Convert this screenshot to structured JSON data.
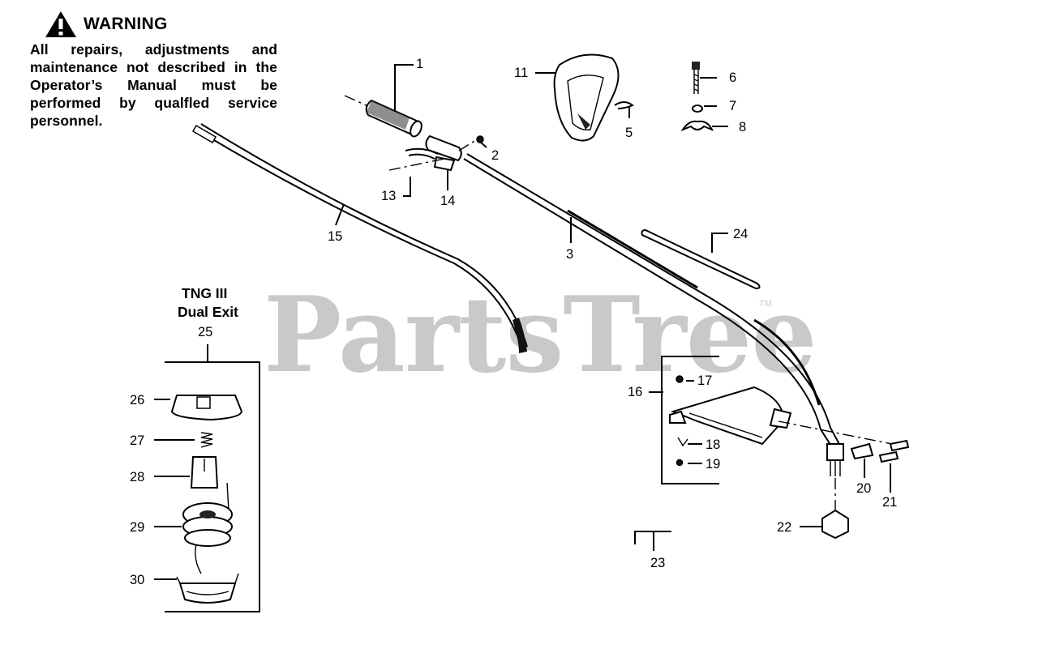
{
  "warning": {
    "icon": "warning-triangle-icon",
    "title": "WARNING",
    "text": "All repairs, adjustments and maintenance not described in the Operator’s Manual must be performed by qualfled service personnel."
  },
  "watermark": {
    "text": "PartsTree",
    "trademark": "TM"
  },
  "head_group": {
    "title": "TNG III",
    "subtitle": "Dual Exit",
    "number": "25"
  },
  "callouts": [
    {
      "id": "p1",
      "number": "1"
    },
    {
      "id": "p2",
      "number": "2"
    },
    {
      "id": "p3",
      "number": "3"
    },
    {
      "id": "p5",
      "number": "5"
    },
    {
      "id": "p6",
      "number": "6"
    },
    {
      "id": "p7",
      "number": "7"
    },
    {
      "id": "p8",
      "number": "8"
    },
    {
      "id": "p11",
      "number": "11"
    },
    {
      "id": "p13",
      "number": "13"
    },
    {
      "id": "p14",
      "number": "14"
    },
    {
      "id": "p15",
      "number": "15"
    },
    {
      "id": "p16",
      "number": "16"
    },
    {
      "id": "p17",
      "number": "17"
    },
    {
      "id": "p18",
      "number": "18"
    },
    {
      "id": "p19",
      "number": "19"
    },
    {
      "id": "p20",
      "number": "20"
    },
    {
      "id": "p21",
      "number": "21"
    },
    {
      "id": "p22",
      "number": "22"
    },
    {
      "id": "p23",
      "number": "23"
    },
    {
      "id": "p24",
      "number": "24"
    },
    {
      "id": "p26",
      "number": "26"
    },
    {
      "id": "p27",
      "number": "27"
    },
    {
      "id": "p28",
      "number": "28"
    },
    {
      "id": "p29",
      "number": "29"
    },
    {
      "id": "p30",
      "number": "30"
    }
  ]
}
